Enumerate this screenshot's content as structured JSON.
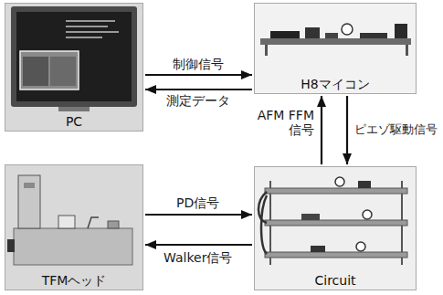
{
  "diagram": {
    "nodes": [
      {
        "text": [
          "PC"
        ]
      },
      {
        "text": [
          "H8マイコン"
        ]
      },
      {
        "text": [
          "TFMヘッド"
        ]
      },
      {
        "text": [
          "Circuit"
        ]
      }
    ],
    "edges": [
      {
        "from": 0,
        "to": 1,
        "label": "制御信号",
        "arrow": "to"
      },
      {
        "from": 1,
        "to": 0,
        "label": "測定データ",
        "arrow": "to"
      },
      {
        "from": 3,
        "to": 1,
        "label": "AFM FFM 信号",
        "arrow": "to"
      },
      {
        "from": 1,
        "to": 3,
        "label": "ピエゾ駆動信号",
        "arrow": "to"
      },
      {
        "from": 2,
        "to": 3,
        "label": "PD信号",
        "arrow": "to"
      },
      {
        "from": 3,
        "to": 2,
        "label": "Walker信号",
        "arrow": "to"
      }
    ]
  }
}
